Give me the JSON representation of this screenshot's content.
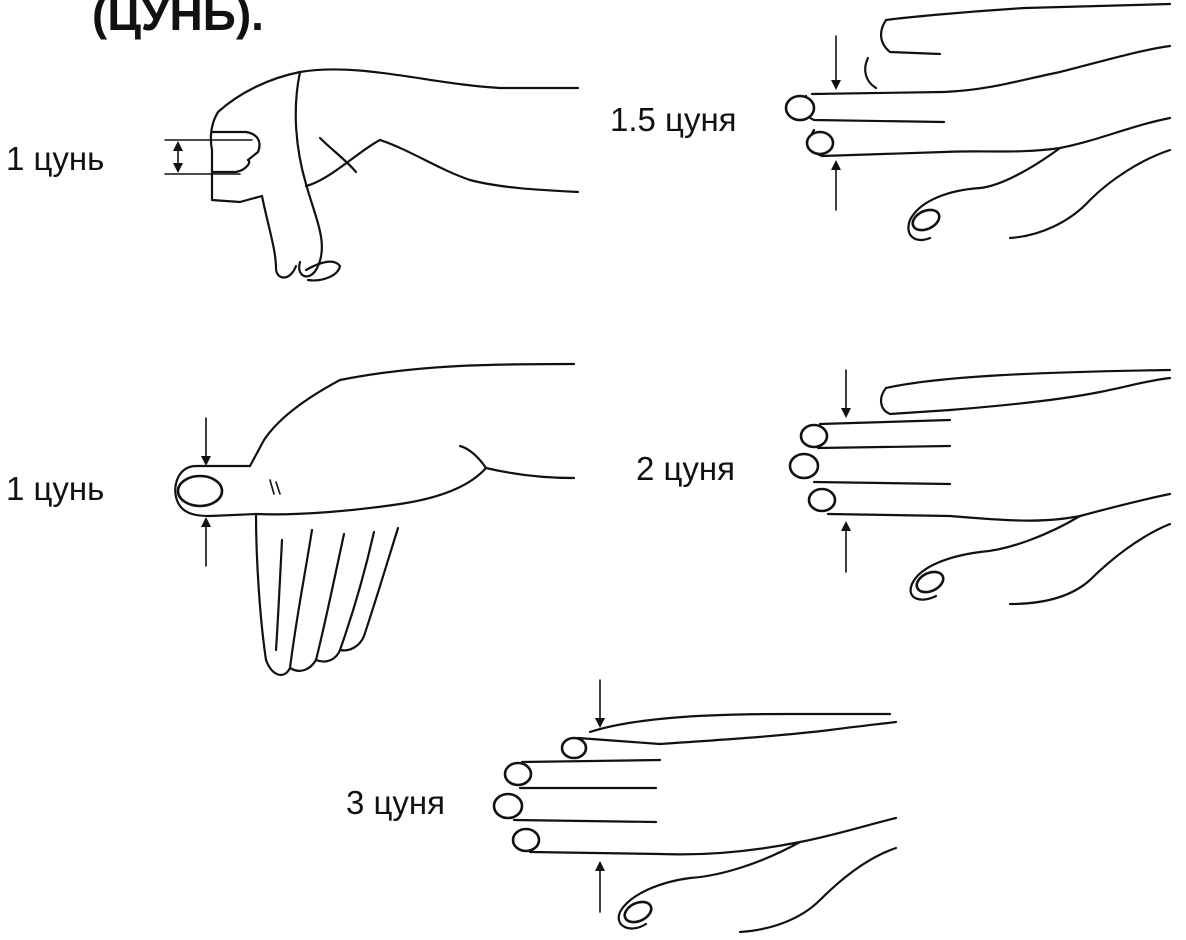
{
  "heading": "(ЦУНЬ).",
  "figures": [
    {
      "id": "middle-finger",
      "label": "1 цунь"
    },
    {
      "id": "two-fingers",
      "label": "1.5 цуня"
    },
    {
      "id": "thumb",
      "label": "1 цунь"
    },
    {
      "id": "three-fingers",
      "label": "2 цуня"
    },
    {
      "id": "four-fingers",
      "label": "3 цуня"
    }
  ]
}
